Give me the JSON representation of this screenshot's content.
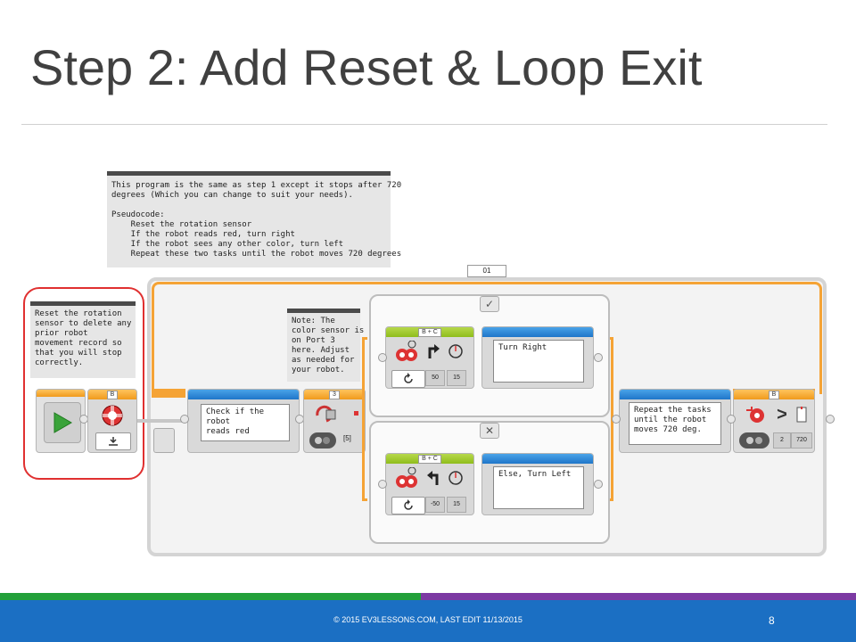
{
  "slide": {
    "title": "Step 2: Add Reset & Loop Exit",
    "footer_text": "© 2015 EV3LESSONS.COM, LAST EDIT 11/13/2015",
    "page_number": "8"
  },
  "program_comment": {
    "lines": [
      "This program is the same as step 1 except it stops after 720",
      "degrees (Which you can change to suit your needs).",
      "",
      "Pseudocode:",
      "    Reset the rotation sensor",
      "    If the robot reads red, turn right",
      "    If the robot sees any other color, turn left",
      "    Repeat these two tasks until the robot moves 720 degrees"
    ]
  },
  "reset_comment": {
    "lines": [
      "Reset the rotation",
      "sensor to delete any",
      "prior robot",
      "movement record so",
      "that you will stop",
      "correctly."
    ]
  },
  "note_comment": {
    "lines": [
      "Note: The",
      "color sensor is",
      "on Port 3",
      "here. Adjust",
      "as needed for",
      "your robot."
    ]
  },
  "loop": {
    "name": "01"
  },
  "blocks": {
    "reset_port": "B",
    "check_comment": "Check if the robot\nreads red",
    "switch_port": "3",
    "switch_value": "[5]",
    "true_case": {
      "ports": "B + C",
      "steering": "50",
      "degrees": "15",
      "comment": "Turn Right"
    },
    "false_case": {
      "ports": "B + C",
      "steering": "-50",
      "degrees": "15",
      "comment": "Else, Turn Left"
    },
    "repeat_comment": "Repeat the tasks\nuntil the robot\nmoves 720 deg.",
    "exit_port": "B",
    "exit_compare": "2",
    "exit_threshold": "720"
  },
  "icons": {
    "start": "play-triangle-icon",
    "true_case": "checkmark-icon",
    "false_case": "cross-icon"
  },
  "colors": {
    "footer_blue": "#1b6fc3",
    "footer_green": "#22a03a",
    "footer_purple": "#7c3aa3",
    "highlight_red": "#e03030",
    "loop_orange": "#f5a335"
  }
}
